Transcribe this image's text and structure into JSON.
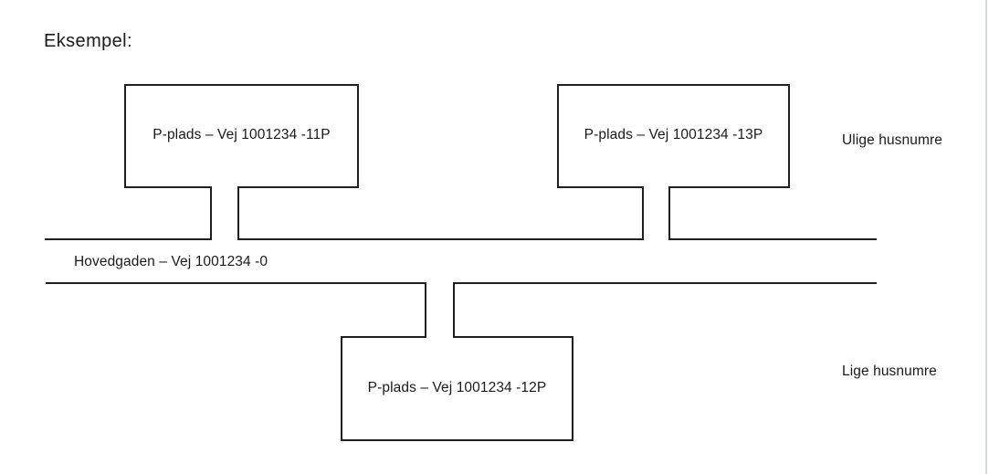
{
  "page": {
    "title": "Eksempel:"
  },
  "diagram": {
    "boxes": [
      {
        "id": "parking-11p",
        "label": "P-plads – Vej 1001234 -11P"
      },
      {
        "id": "parking-13p",
        "label": "P-plads – Vej 1001234 -13P"
      },
      {
        "id": "parking-12p",
        "label": "P-plads – Vej 1001234 -12P"
      }
    ],
    "road_label": "Hovedgaden – Vej 1001234 -0",
    "side_labels": {
      "odd": "Ulige husnumre",
      "even": "Lige husnumre"
    },
    "colors": {
      "line": "#1f1f1f",
      "text": "#1a1a1a",
      "page_edge": "#cfdbe8"
    }
  }
}
